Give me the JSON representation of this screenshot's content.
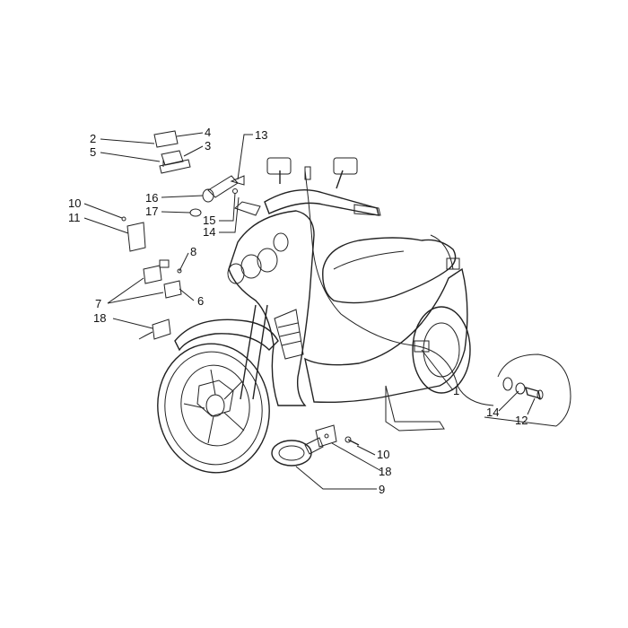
{
  "labels": {
    "l1": "1",
    "l2": "2",
    "l3": "3",
    "l4": "4",
    "l5": "5",
    "l6": "6",
    "l7": "7",
    "l8": "8",
    "l9": "9",
    "l10a": "10",
    "l10b": "10",
    "l11": "11",
    "l12": "12",
    "l13": "13",
    "l14a": "14",
    "l14b": "14",
    "l15": "15",
    "l16": "16",
    "l17": "17",
    "l18a": "18",
    "l18b": "18"
  }
}
